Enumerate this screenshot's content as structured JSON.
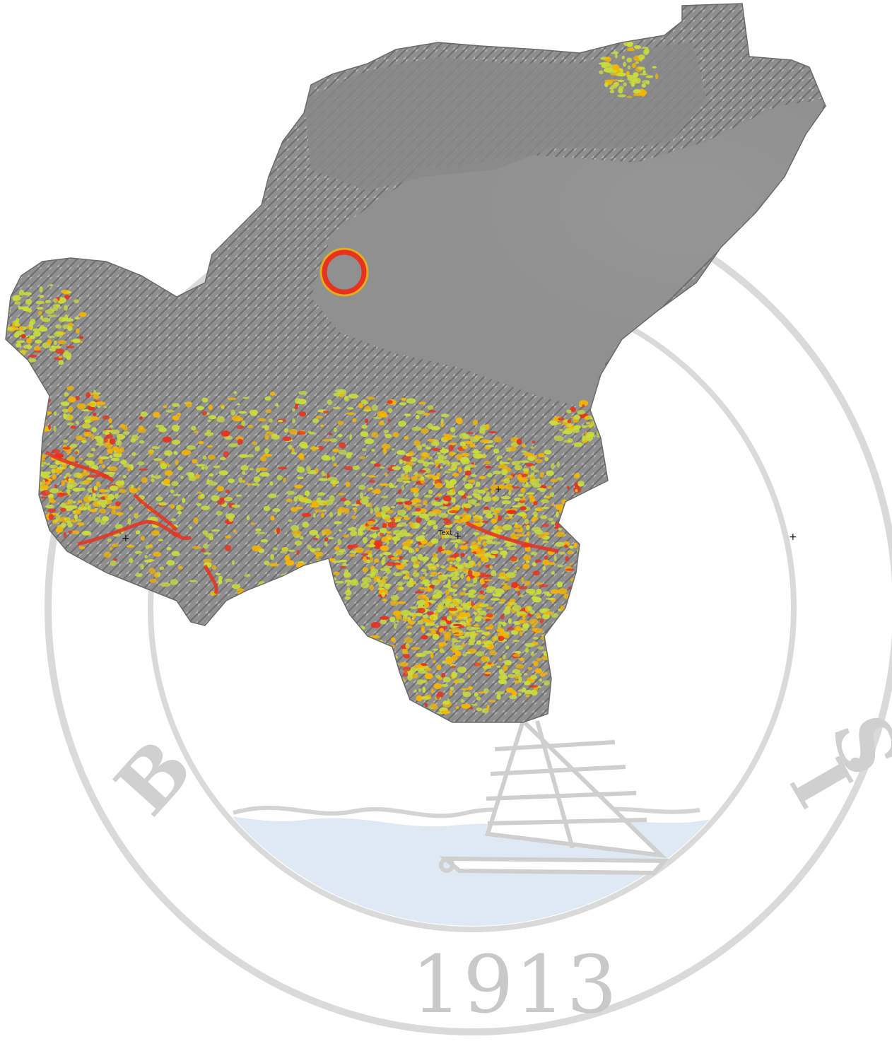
{
  "map": {
    "markers": [
      {
        "label": "Text"
      },
      {
        "label": ""
      },
      {
        "label": ""
      },
      {
        "label": ""
      }
    ]
  },
  "watermark": {
    "year": "1913",
    "left_letter": "B",
    "right_letter": "İ",
    "right_letter_2": "S",
    "colors": {
      "ring": "#d9d9d9",
      "water": "#dfe9f4",
      "year": "#c9c9c9",
      "line": "#cfcfcf"
    }
  },
  "legend_colors": {
    "relief": "#8c8c8c",
    "low": "#c8dc3c",
    "medium": "#f5b400",
    "high": "#e8321e"
  }
}
